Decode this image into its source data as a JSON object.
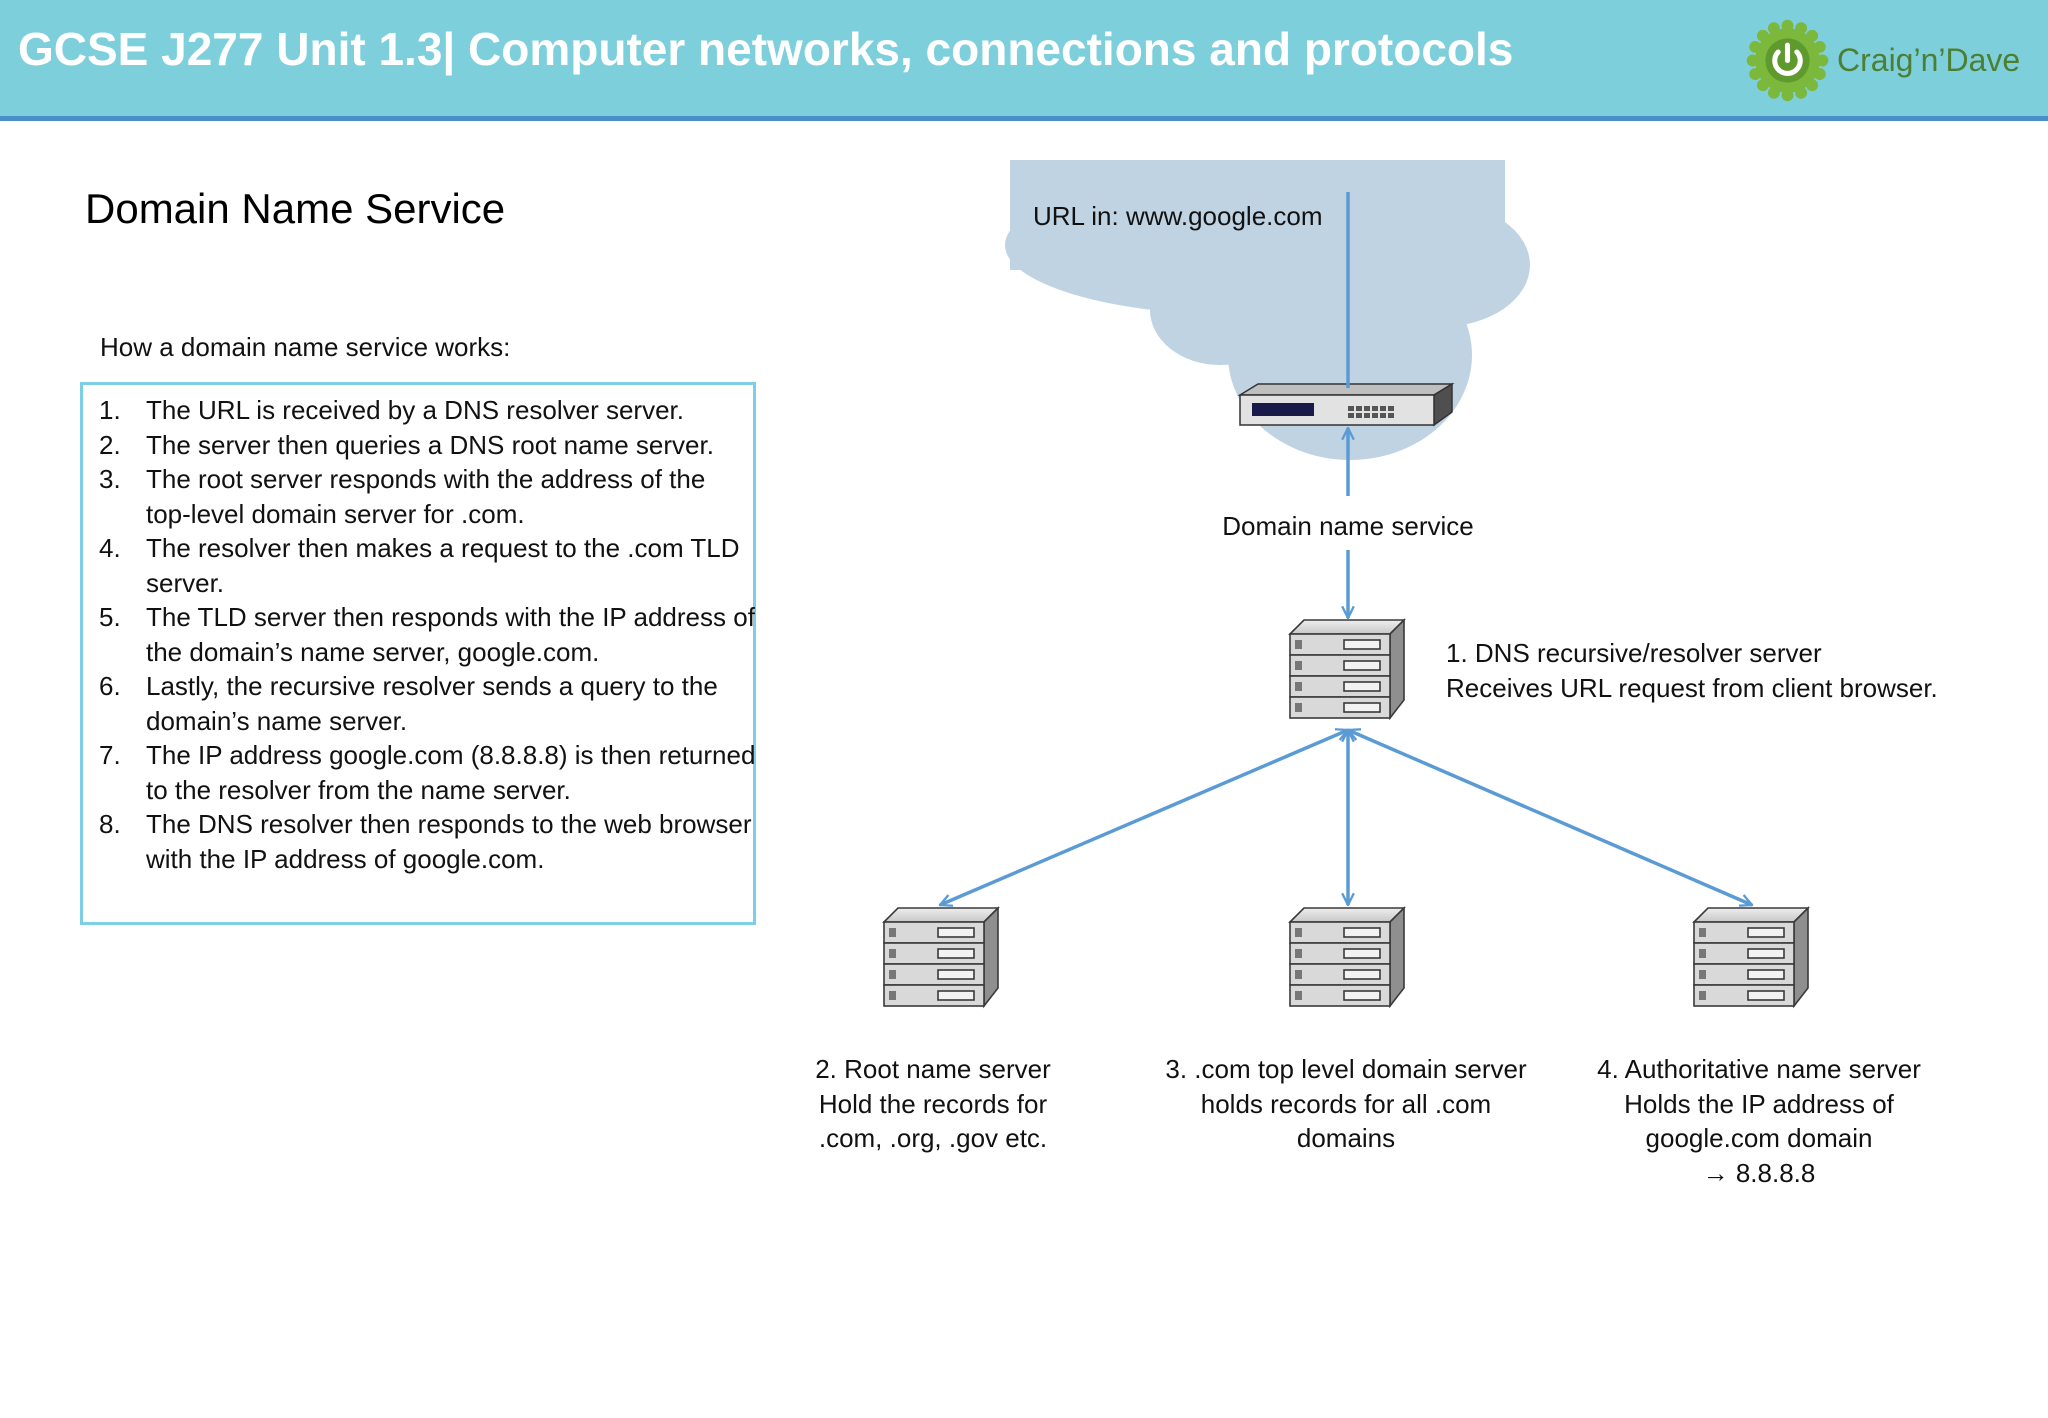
{
  "header": {
    "title": "GCSE J277 Unit 1.3| Computer networks, connections and protocols",
    "logo_text": "Craig’n’Dave",
    "logo_icon": "power-icon",
    "bar_color": "#7ecfdc",
    "line_color": "#4a90c8"
  },
  "page_title": "Domain Name Service",
  "intro": "How a domain name service works:",
  "steps": [
    {
      "num": "1.",
      "text": "The URL is received by a DNS resolver server."
    },
    {
      "num": "2.",
      "text": "The server then queries a DNS root name server."
    },
    {
      "num": "3.",
      "text": "The root server responds with the address of the top-level domain server for .com."
    },
    {
      "num": "4.",
      "text": "The resolver then makes a request to the .com TLD server."
    },
    {
      "num": "5.",
      "text": "The TLD server then responds with the IP address of the domain’s name server, google.com."
    },
    {
      "num": "6.",
      "text": "Lastly, the recursive resolver sends a query to the domain’s name server."
    },
    {
      "num": "7.",
      "text": "The IP address google.com (8.8.8.8) is then returned to the resolver from the name server."
    },
    {
      "num": "8.",
      "text": "The DNS resolver then responds to the web browser with the IP address of google.com."
    }
  ],
  "diagram": {
    "url_label": "URL in: www.google.com",
    "dns_label": "Domain name service",
    "resolver": {
      "line1": "1. DNS recursive/resolver server",
      "line2": "Receives URL request from client browser."
    },
    "root": {
      "line1": "2. Root name server",
      "line2": "Hold the records for",
      "line3": ".com, .org, .gov etc."
    },
    "tld": {
      "line1": "3. .com top level domain server",
      "line2": "holds records for all .com",
      "line3": "domains"
    },
    "auth": {
      "line1": "4. Authoritative name server",
      "line2": "Holds the IP address of",
      "line3": "google.com domain",
      "line4": "→ 8.8.8.8"
    },
    "cloud_color": "#c0d3e3",
    "arrow_color": "#5b9bd5"
  }
}
